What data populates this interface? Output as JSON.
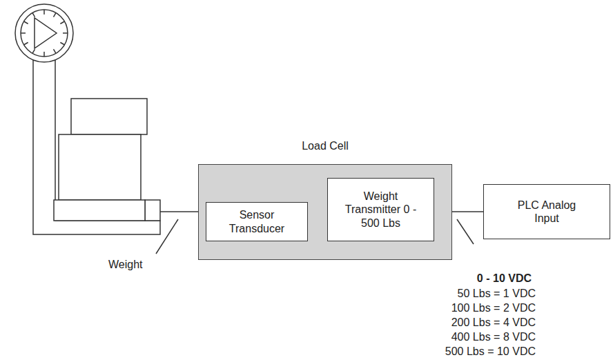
{
  "diagram": {
    "nodes": [
      {
        "text": [
          "Load Cell"
        ]
      },
      {
        "text": [
          "Sensor Transducer"
        ],
        "in": 0
      },
      {
        "text": [
          "Weight Transmitter 0 - 500 Lbs"
        ],
        "in": 0
      },
      {
        "text": [
          "PLC Analog Input"
        ]
      }
    ],
    "edges": [
      {
        "from": 1,
        "to": 2,
        "arrow": "none"
      },
      {
        "from": 0,
        "to": 3,
        "arrow": "none"
      }
    ],
    "labels": [
      "Weight",
      "0 - 10 VDC",
      "50 Lbs = 1 VDC",
      "100 Lbs = 2 VDC",
      "200 Lbs = 4 VDC",
      "400 Lbs = 8 VDC",
      "500 Lbs = 10 VDC"
    ]
  }
}
